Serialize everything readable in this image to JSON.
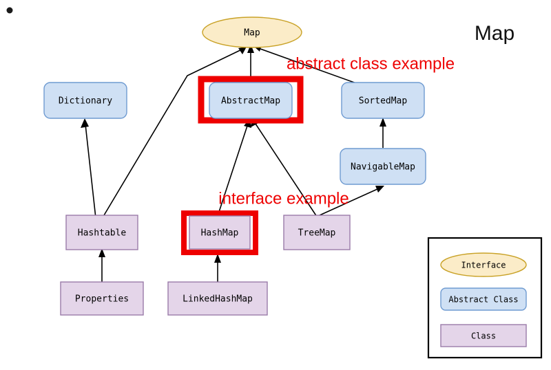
{
  "page": {
    "title": "Map",
    "bullet": "•",
    "background": "#ffffff"
  },
  "colors": {
    "interface_fill": "#fbecc8",
    "interface_stroke": "#c9a227",
    "abstract_fill": "#cfe0f4",
    "abstract_stroke": "#6f9bd1",
    "class_fill": "#e4d5e9",
    "class_stroke": "#9a7aa8",
    "highlight": "#ee0000",
    "edge": "#000000",
    "annotation": "#ee0000",
    "legend_border": "#000000"
  },
  "nodes": {
    "map": {
      "label": "Map",
      "kind": "interface"
    },
    "dictionary": {
      "label": "Dictionary",
      "kind": "abstract"
    },
    "abstractmap": {
      "label": "AbstractMap",
      "kind": "abstract",
      "highlighted": true
    },
    "sortedmap": {
      "label": "SortedMap",
      "kind": "abstract"
    },
    "navigablemap": {
      "label": "NavigableMap",
      "kind": "abstract"
    },
    "hashtable": {
      "label": "Hashtable",
      "kind": "class"
    },
    "hashmap": {
      "label": "HashMap",
      "kind": "class",
      "highlighted": true
    },
    "treemap": {
      "label": "TreeMap",
      "kind": "class"
    },
    "properties": {
      "label": "Properties",
      "kind": "class"
    },
    "linkedhashmap": {
      "label": "LinkedHashMap",
      "kind": "class"
    }
  },
  "annotations": {
    "abstract_example": "abstract class example",
    "interface_example": "interface example"
  },
  "legend": {
    "items": [
      {
        "label": "Interface",
        "kind": "interface"
      },
      {
        "label": "Abstract Class",
        "kind": "abstract"
      },
      {
        "label": "Class",
        "kind": "class"
      }
    ]
  },
  "edges": [
    {
      "from": "hashtable",
      "to": "map"
    },
    {
      "from": "abstractmap",
      "to": "map"
    },
    {
      "from": "sortedmap",
      "to": "map"
    },
    {
      "from": "hashtable",
      "to": "dictionary"
    },
    {
      "from": "hashmap",
      "to": "abstractmap"
    },
    {
      "from": "treemap",
      "to": "abstractmap"
    },
    {
      "from": "navigablemap",
      "to": "sortedmap"
    },
    {
      "from": "treemap",
      "to": "navigablemap"
    },
    {
      "from": "properties",
      "to": "hashtable"
    },
    {
      "from": "linkedhashmap",
      "to": "hashmap"
    }
  ]
}
